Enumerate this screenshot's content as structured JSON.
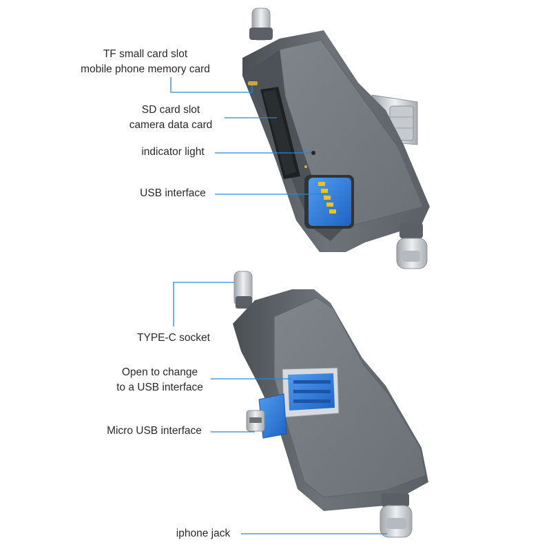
{
  "colors": {
    "callout_line": "#2a86d6",
    "body_dark": "#4f5459",
    "body_mid": "#6a7075",
    "body_light": "#7c8287",
    "usb_blue": "#2f7fe0",
    "usb_gold": "#f1c21b",
    "metal": "#c9cdd1"
  },
  "top_view": {
    "tf_slot": {
      "line1": "TF small card slot",
      "line2": "mobile phone memory card"
    },
    "sd_slot": {
      "line1": "SD card slot",
      "line2": "camera data card"
    },
    "indicator": {
      "label": "indicator light"
    },
    "usb": {
      "label": "USB interface"
    }
  },
  "bottom_view": {
    "typec": {
      "label": "TYPE-C socket"
    },
    "open_change": {
      "line1": "Open to change",
      "line2": "to a USB interface"
    },
    "micro_usb": {
      "label": "Micro USB interface"
    },
    "iphone": {
      "label": "iphone jack"
    }
  },
  "icons": {
    "top_device": "card-reader-device-top-icon",
    "bottom_device": "card-reader-device-bottom-icon"
  }
}
